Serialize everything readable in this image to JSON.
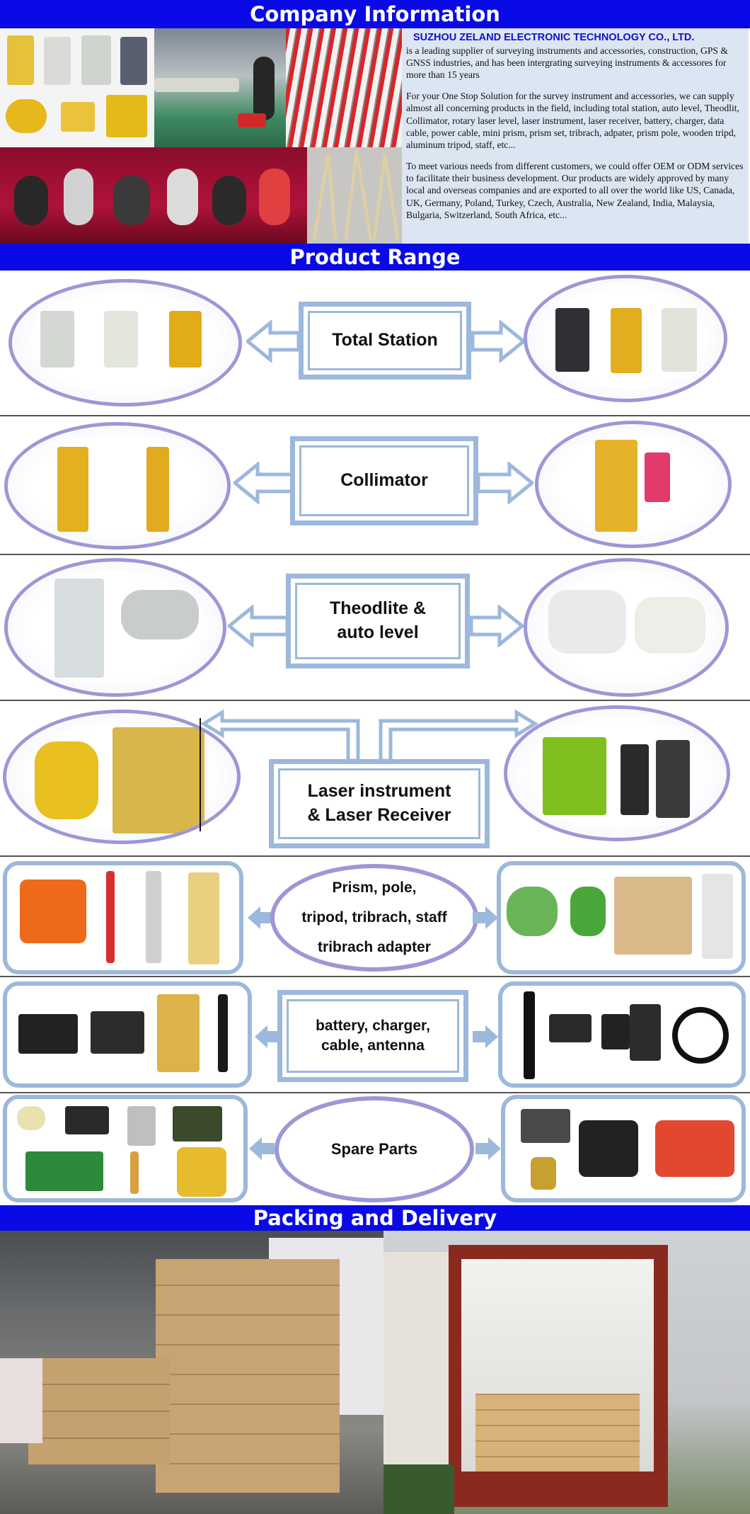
{
  "banners": {
    "company_info": "Company Information",
    "product_range": "Product Range",
    "packing": "Packing and Delivery"
  },
  "company": {
    "name": "SUZHOU ZELAND ELECTRONIC TECHNOLOGY CO., LTD.",
    "p1": "is a leading supplier of surveying instruments and accessories, construction, GPS & GNSS industries, and has been intergrating surveying instruments & accessores for more than 15 years",
    "p2": "For your One Stop Solution for the survey instrument and accessories, we can supply almost all concerning products in the field, including total station, auto level, Theodlit, Collimator, rotary laser level, laser instrument, laser receiver, battery, charger, data cable, power cable, mini prism, prism set,  tribrach, adpater, prism pole, wooden tripd, aluminum tripod, staff, etc...",
    "p3": "To meet various needs from different customers, we could offer OEM or ODM services to facilitate their business development. Our products are widely approved by many local and overseas companies and are exported to all over the world like US, Canada, UK, Germany, Poland, Turkey, Czech, Australia, New Zealand, India, Malaysia, Bulgaria, Switzerland, South Africa, etc..."
  },
  "products": {
    "total_station": "Total Station",
    "collimator": "Collimator",
    "theodolite": "Theodlite &\nauto level",
    "laser": "Laser instrument\n& Laser Receiver",
    "prism": "Prism, pole,\ntripod, tribrach, staff\ntribrach adapter",
    "battery": "battery, charger,\ncable, antenna",
    "spare": "Spare Parts"
  },
  "colors": {
    "banner": "#0a0ae6",
    "company_name": "#1010d0",
    "frame_blue": "#9cb8dc",
    "ellipse_purple": "#9c98d6"
  }
}
